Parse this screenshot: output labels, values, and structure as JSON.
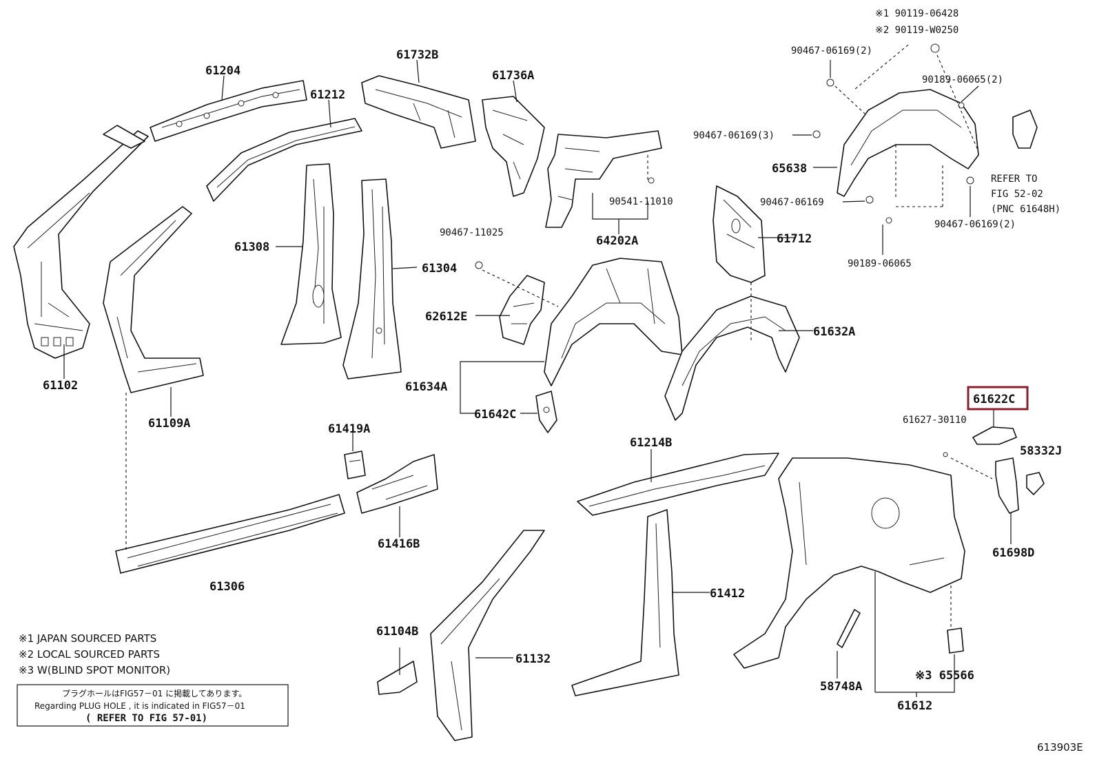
{
  "diagram_id": "613903E",
  "highlight_color": "#8a1c2b",
  "labels": {
    "p61204": "61204",
    "p61212": "61212",
    "p61732b": "61732B",
    "p61736a": "61736A",
    "p61308": "61308",
    "p61304": "61304",
    "p61102": "61102",
    "p61109a": "61109A",
    "p64202a": "64202A",
    "p90541": "90541-11010",
    "p90467_11025": "90467-11025",
    "p62612e": "62612E",
    "p61634a": "61634A",
    "p61642c": "61642C",
    "p61712": "61712",
    "p61632a": "61632A",
    "p65638": "65638",
    "p90119_1": "※1 90119-06428",
    "p90119_2": "※2 90119-W0250",
    "p90467_06169_2a": "90467-06169(2)",
    "p90189_06065_2": "90189-06065(2)",
    "p90467_06169_3": "90467-06169(3)",
    "p90467_06169": "90467-06169",
    "p90467_06169_2b": "90467-06169(2)",
    "p90189_06065": "90189-06065",
    "refer_line1": "REFER TO",
    "refer_line2": "FIG 52-02",
    "refer_line3": "(PNC 61648H)",
    "p61622c": "61622C",
    "p61627": "61627-30110",
    "p58332j": "58332J",
    "p61698d": "61698D",
    "p61419a": "61419A",
    "p61416b": "61416B",
    "p61306": "61306",
    "p61214b": "61214B",
    "p61412": "61412",
    "p61104b": "61104B",
    "p61132": "61132",
    "p58748a": "58748A",
    "p61612": "61612",
    "p65566": "※3 65566"
  },
  "notes": {
    "note1": "※1 JAPAN SOURCED PARTS",
    "note2": "※2 LOCAL SOURCED PARTS",
    "note3": "※3 W(BLIND SPOT MONITOR)",
    "box_line1": "プラグホールはFIG57－01 に掲載してあります。",
    "box_line2": "Regarding PLUG HOLE , it is indicated in FIG57－01",
    "box_line3": "( REFER TO FIG 57-01)"
  }
}
